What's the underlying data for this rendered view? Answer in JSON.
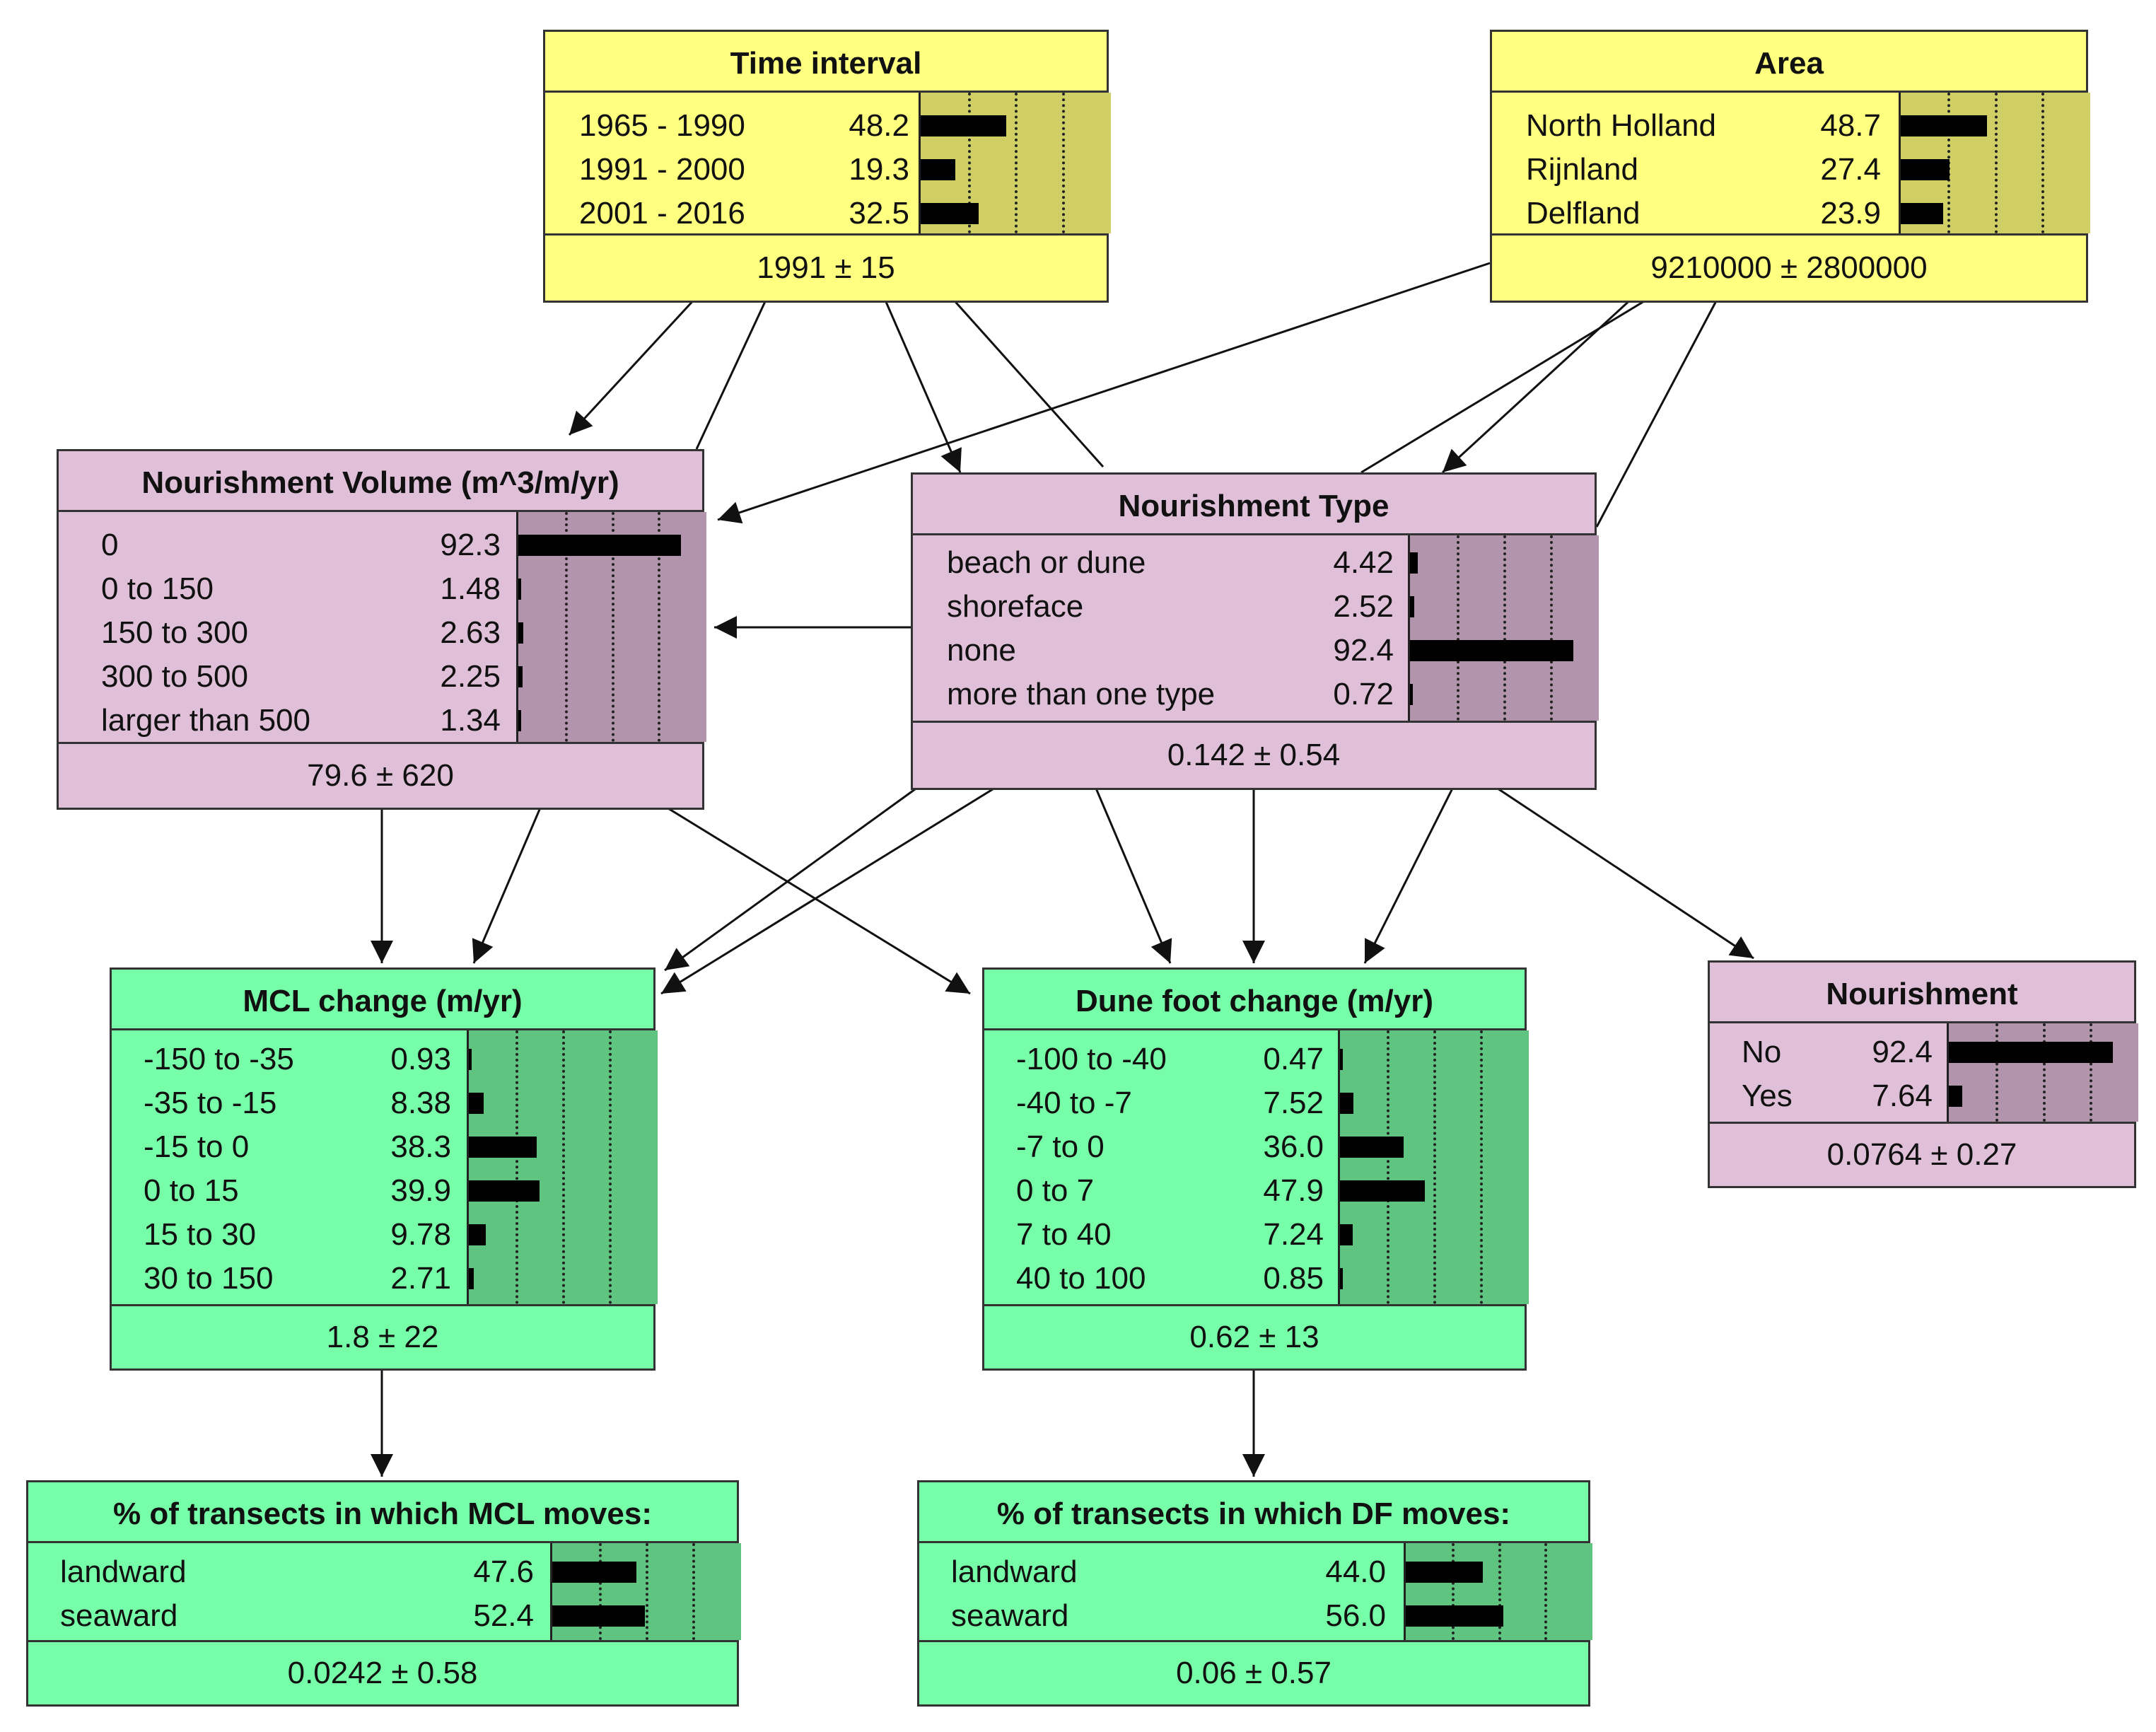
{
  "nodes": [
    {
      "id": "time",
      "title": "Time interval",
      "theme": "yellow",
      "footer": "1991 ± 15",
      "states": [
        {
          "label": "1965 - 1990",
          "value": "48.2"
        },
        {
          "label": "1991 - 2000",
          "value": "19.3"
        },
        {
          "label": "2001 - 2016",
          "value": "32.5"
        }
      ]
    },
    {
      "id": "area",
      "title": "Area",
      "theme": "yellow",
      "footer": "9210000 ± 2800000",
      "states": [
        {
          "label": "North Holland",
          "value": "48.7"
        },
        {
          "label": "Rijnland",
          "value": "27.4"
        },
        {
          "label": "Delfland",
          "value": "23.9"
        }
      ]
    },
    {
      "id": "volume",
      "title": "Nourishment Volume (m^3/m/yr)",
      "theme": "pink",
      "footer": "79.6 ± 620",
      "states": [
        {
          "label": "0",
          "value": "92.3"
        },
        {
          "label": "0 to 150",
          "value": "1.48"
        },
        {
          "label": "150 to 300",
          "value": "2.63"
        },
        {
          "label": "300 to 500",
          "value": "2.25"
        },
        {
          "label": "larger than 500",
          "value": "1.34"
        }
      ]
    },
    {
      "id": "type",
      "title": "Nourishment Type",
      "theme": "pink",
      "footer": "0.142 ± 0.54",
      "states": [
        {
          "label": "beach or dune",
          "value": "4.42"
        },
        {
          "label": "shoreface",
          "value": "2.52"
        },
        {
          "label": "none",
          "value": "92.4"
        },
        {
          "label": "more than one type",
          "value": "0.72"
        }
      ]
    },
    {
      "id": "mcl",
      "title": "MCL change (m/yr)",
      "theme": "green",
      "footer": "1.8 ± 22",
      "states": [
        {
          "label": "-150 to -35",
          "value": "0.93"
        },
        {
          "label": "-35 to -15",
          "value": "8.38"
        },
        {
          "label": "-15 to 0",
          "value": "38.3"
        },
        {
          "label": "0 to 15",
          "value": "39.9"
        },
        {
          "label": "15 to 30",
          "value": "9.78"
        },
        {
          "label": "30 to 150",
          "value": "2.71"
        }
      ]
    },
    {
      "id": "dune",
      "title": "Dune foot change (m/yr)",
      "theme": "green",
      "footer": "0.62 ± 13",
      "states": [
        {
          "label": "-100 to -40",
          "value": "0.47"
        },
        {
          "label": "-40 to -7",
          "value": "7.52"
        },
        {
          "label": "-7 to 0",
          "value": "36.0"
        },
        {
          "label": "0 to 7",
          "value": "47.9"
        },
        {
          "label": "7 to 40",
          "value": "7.24"
        },
        {
          "label": "40 to 100",
          "value": "0.85"
        }
      ]
    },
    {
      "id": "nour",
      "title": "Nourishment",
      "theme": "pink",
      "footer": "0.0764 ± 0.27",
      "states": [
        {
          "label": "No",
          "value": "92.4"
        },
        {
          "label": "Yes",
          "value": "7.64"
        }
      ]
    },
    {
      "id": "pmcl",
      "title": "% of transects in which MCL moves:",
      "theme": "green",
      "footer": "0.0242 ± 0.58",
      "states": [
        {
          "label": "landward",
          "value": "47.6"
        },
        {
          "label": "seaward",
          "value": "52.4"
        }
      ]
    },
    {
      "id": "pdf",
      "title": "% of transects in which DF moves:",
      "theme": "green",
      "footer": "0.06 ± 0.57",
      "states": [
        {
          "label": "landward",
          "value": "44.0"
        },
        {
          "label": "seaward",
          "value": "56.0"
        }
      ]
    }
  ],
  "colors": {
    "yellow_fill": "#ffff80",
    "yellow_bar_panel": "#cfcf66",
    "pink_fill": "#e0c0d8",
    "pink_bar_panel": "#b294ac",
    "green_fill": "#76ffa8",
    "green_bar_panel": "#5ec480",
    "edge": "#111111"
  },
  "edges": [
    {
      "from": "time",
      "to": "volume",
      "arrow": true
    },
    {
      "from": "time",
      "to": "volume",
      "arrow": false
    },
    {
      "from": "time",
      "to": "type",
      "arrow": true
    },
    {
      "from": "time",
      "to": "type",
      "arrow": false
    },
    {
      "from": "area",
      "to": "volume",
      "arrow": true
    },
    {
      "from": "area",
      "to": "type",
      "arrow": true
    },
    {
      "from": "area",
      "to": "type",
      "arrow": false
    },
    {
      "from": "area",
      "to": "type",
      "arrow": false
    },
    {
      "from": "type",
      "to": "volume",
      "arrow": true
    },
    {
      "from": "volume",
      "to": "mcl",
      "arrow": true
    },
    {
      "from": "volume",
      "to": "mcl",
      "arrow": true
    },
    {
      "from": "volume",
      "to": "dune",
      "arrow": true
    },
    {
      "from": "type",
      "to": "mcl",
      "arrow": true
    },
    {
      "from": "type",
      "to": "mcl",
      "arrow": true
    },
    {
      "from": "type",
      "to": "dune",
      "arrow": true
    },
    {
      "from": "type",
      "to": "dune",
      "arrow": true
    },
    {
      "from": "type",
      "to": "dune",
      "arrow": true
    },
    {
      "from": "type",
      "to": "nour",
      "arrow": true
    },
    {
      "from": "mcl",
      "to": "pmcl",
      "arrow": true
    },
    {
      "from": "dune",
      "to": "pdf",
      "arrow": true
    }
  ]
}
